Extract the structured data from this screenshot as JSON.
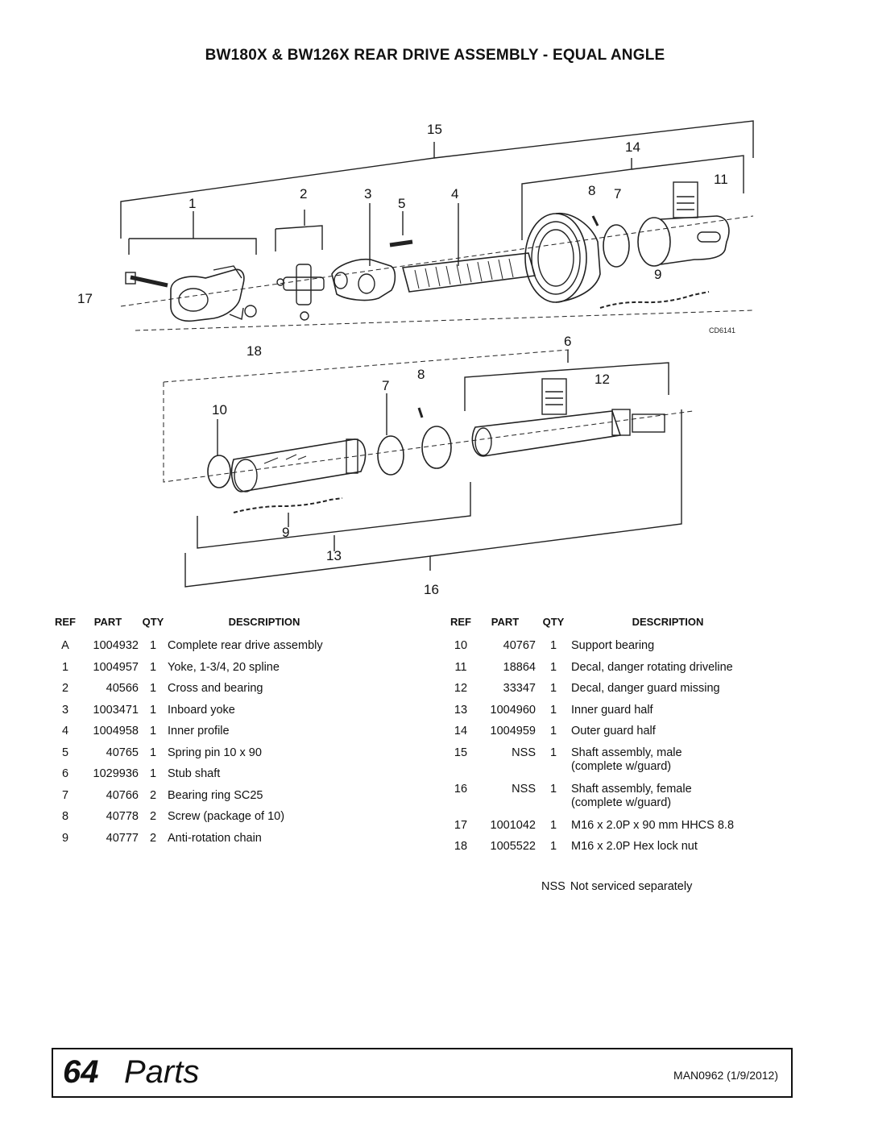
{
  "title": "BW180X & BW126X REAR DRIVE ASSEMBLY - EQUAL ANGLE",
  "diagram": {
    "code": "CD6141",
    "callouts": [
      "15",
      "14",
      "1",
      "2",
      "3",
      "5",
      "4",
      "8",
      "7",
      "11",
      "17",
      "18",
      "9",
      "6",
      "8",
      "7",
      "12",
      "10",
      "9",
      "13",
      "16"
    ]
  },
  "headers": {
    "ref": "REF",
    "part": "PART",
    "qty": "QTY",
    "description": "DESCRIPTION"
  },
  "left_table": [
    {
      "ref": "A",
      "part": "1004932",
      "qty": "1",
      "desc": "Complete rear drive assembly"
    },
    {
      "ref": "1",
      "part": "1004957",
      "qty": "1",
      "desc": "Yoke, 1-3/4, 20 spline"
    },
    {
      "ref": "2",
      "part": "40566",
      "qty": "1",
      "desc": "Cross and bearing"
    },
    {
      "ref": "3",
      "part": "1003471",
      "qty": "1",
      "desc": "Inboard yoke"
    },
    {
      "ref": "4",
      "part": "1004958",
      "qty": "1",
      "desc": "Inner profile"
    },
    {
      "ref": "5",
      "part": "40765",
      "qty": "1",
      "desc": "Spring pin 10 x 90"
    },
    {
      "ref": "6",
      "part": "1029936",
      "qty": "1",
      "desc": "Stub shaft"
    },
    {
      "ref": "7",
      "part": "40766",
      "qty": "2",
      "desc": "Bearing ring SC25"
    },
    {
      "ref": "8",
      "part": "40778",
      "qty": "2",
      "desc": "Screw (package of 10)"
    },
    {
      "ref": "9",
      "part": "40777",
      "qty": "2",
      "desc": "Anti-rotation chain"
    }
  ],
  "right_table": [
    {
      "ref": "10",
      "part": "40767",
      "qty": "1",
      "desc": "Support bearing",
      "desc2": ""
    },
    {
      "ref": "11",
      "part": "18864",
      "qty": "1",
      "desc": "Decal, danger rotating driveline",
      "desc2": ""
    },
    {
      "ref": "12",
      "part": "33347",
      "qty": "1",
      "desc": "Decal, danger guard missing",
      "desc2": ""
    },
    {
      "ref": "13",
      "part": "1004960",
      "qty": "1",
      "desc": "Inner guard half",
      "desc2": ""
    },
    {
      "ref": "14",
      "part": "1004959",
      "qty": "1",
      "desc": "Outer guard half",
      "desc2": ""
    },
    {
      "ref": "15",
      "part": "NSS",
      "qty": "1",
      "desc": "Shaft assembly, male",
      "desc2": "(complete w/guard)"
    },
    {
      "ref": "16",
      "part": "NSS",
      "qty": "1",
      "desc": "Shaft assembly, female",
      "desc2": "(complete w/guard)"
    },
    {
      "ref": "17",
      "part": "1001042",
      "qty": "1",
      "desc": "M16 x 2.0P x 90 mm HHCS 8.8",
      "desc2": ""
    },
    {
      "ref": "18",
      "part": "1005522",
      "qty": "1",
      "desc": "M16 x 2.0P Hex lock nut",
      "desc2": ""
    }
  ],
  "note": {
    "abbr": "NSS",
    "text": "Not serviced separately"
  },
  "footer": {
    "page_number": "64",
    "section": "Parts",
    "doc_id": "MAN0962 (1/9/2012)"
  }
}
